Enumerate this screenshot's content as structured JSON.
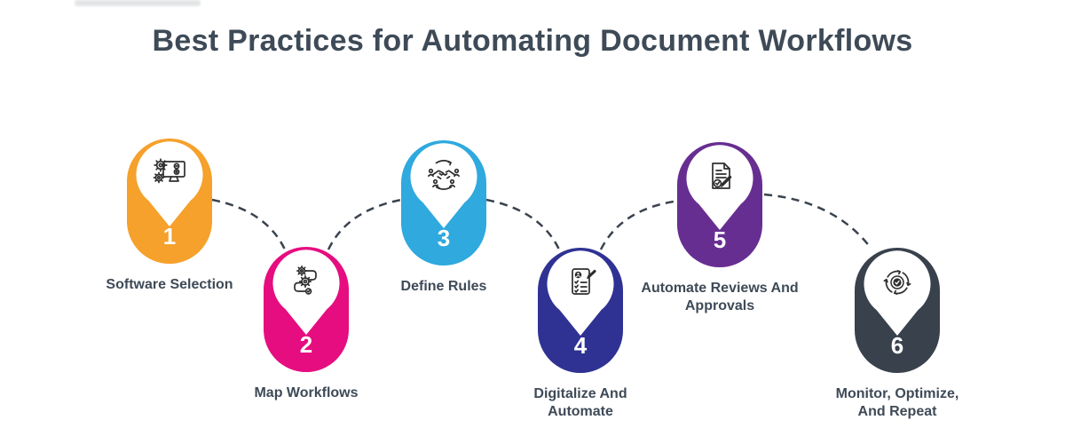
{
  "header": {
    "title": "Best Practices for Automating Document Workflows",
    "title_color": "#3e4a57"
  },
  "steps": [
    {
      "number": "1",
      "label": "Software Selection",
      "color": "#f5a12b",
      "icon": "computer-gears-icon"
    },
    {
      "number": "2",
      "label": "Map Workflows",
      "color": "#e60d80",
      "icon": "workflow-path-gears-icon"
    },
    {
      "number": "3",
      "label": "Define Rules",
      "color": "#2fa9de",
      "icon": "handshake-collaboration-icon"
    },
    {
      "number": "4",
      "label": "Digitalize And Automate",
      "color": "#2f3293",
      "icon": "digital-checklist-icon"
    },
    {
      "number": "5",
      "label": "Automate Reviews And Approvals",
      "color": "#672e92",
      "icon": "document-approval-icon"
    },
    {
      "number": "6",
      "label": "Monitor, Optimize, And Repeat",
      "color": "#38414c",
      "icon": "cycle-check-icon"
    }
  ],
  "connector": {
    "color": "#3a434e",
    "style": "dashed"
  }
}
